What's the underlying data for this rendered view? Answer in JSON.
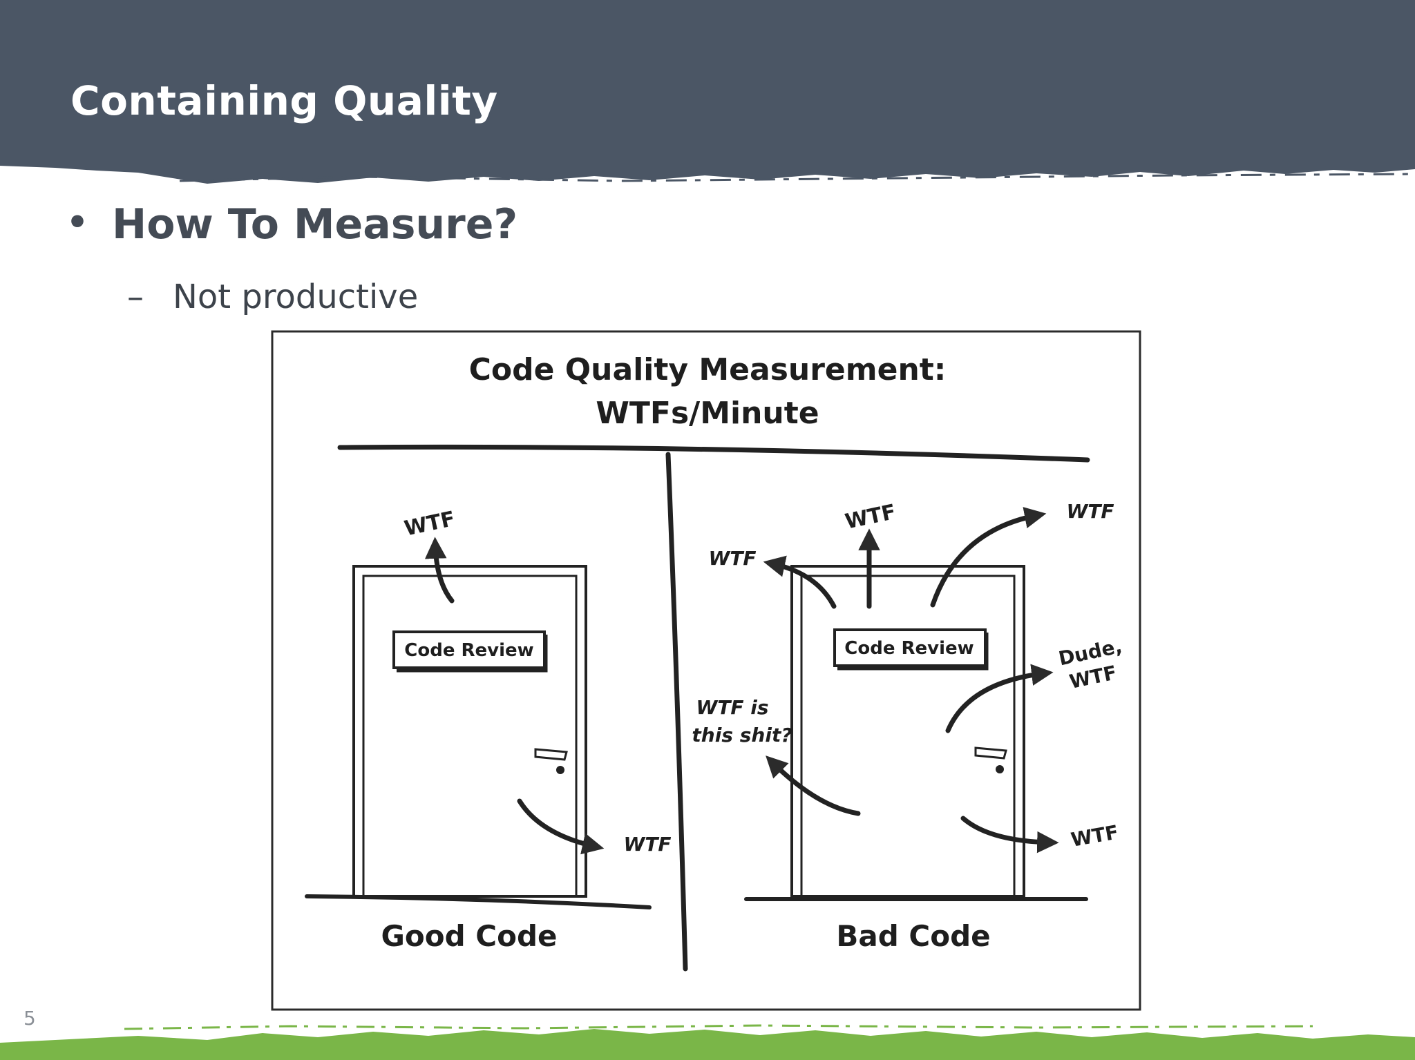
{
  "slide": {
    "title": "Containing Quality",
    "bullet": "How To Measure?",
    "sub_bullet": "Not productive",
    "page_number": "5",
    "colors": {
      "header": "#4b5665",
      "footer": "#7ab648",
      "text": "#444b55"
    }
  },
  "cartoon": {
    "heading_line1": "Code Quality Measurement:",
    "heading_line2": "WTFs/Minute",
    "good": {
      "door_sign": "Code Review",
      "caption": "Good Code",
      "wtf_top": "WTF",
      "wtf_bottom": "WTF"
    },
    "bad": {
      "door_sign": "Code Review",
      "caption": "Bad Code",
      "wtf_left": "WTF",
      "wtf_top": "WTF",
      "wtf_top_right": "WTF",
      "dude_line1": "Dude,",
      "dude_line2": "WTF",
      "wtf_is_line1": "WTF is",
      "wtf_is_line2": "this shit?",
      "wtf_bottom": "WTF"
    }
  }
}
